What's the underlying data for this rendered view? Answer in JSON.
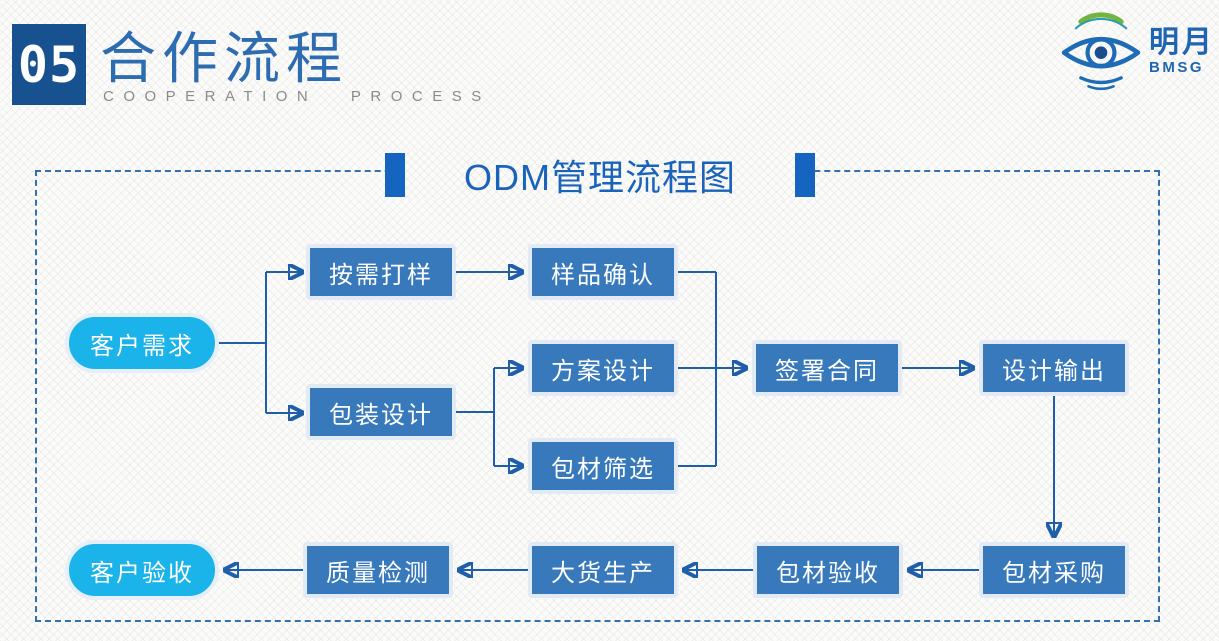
{
  "header": {
    "number": "05",
    "title": "合作流程",
    "subtitle": "COOPERATION PROCESS"
  },
  "logo": {
    "name": "明月",
    "abbr": "BMSG"
  },
  "diagram": {
    "title": "ODM管理流程图",
    "nodes": {
      "customer_demand": "客户需求",
      "sample_on_demand": "按需打样",
      "sample_confirm": "样品确认",
      "package_design": "包装设计",
      "scheme_design": "方案设计",
      "material_screening": "包材筛选",
      "sign_contract": "签署合同",
      "design_output": "设计输出",
      "material_purchase": "包材采购",
      "material_acceptance": "包材验收",
      "mass_production": "大货生产",
      "quality_inspection": "质量检测",
      "customer_acceptance": "客户验收"
    },
    "edges": [
      {
        "from": "客户需求",
        "to": "按需打样"
      },
      {
        "from": "客户需求",
        "to": "包装设计"
      },
      {
        "from": "按需打样",
        "to": "样品确认"
      },
      {
        "from": "包装设计",
        "to": "方案设计"
      },
      {
        "from": "包装设计",
        "to": "包材筛选"
      },
      {
        "from": "样品确认",
        "to": "签署合同"
      },
      {
        "from": "方案设计",
        "to": "签署合同"
      },
      {
        "from": "包材筛选",
        "to": "签署合同"
      },
      {
        "from": "签署合同",
        "to": "设计输出"
      },
      {
        "from": "设计输出",
        "to": "包材采购"
      },
      {
        "from": "包材采购",
        "to": "包材验收"
      },
      {
        "from": "包材验收",
        "to": "大货生产"
      },
      {
        "from": "大货生产",
        "to": "质量检测"
      },
      {
        "from": "质量检测",
        "to": "客户验收"
      }
    ]
  },
  "colors": {
    "box_fill": "#3879bc",
    "pill_fill": "#1ab3ea",
    "line": "#1f5fa9",
    "badge_bg": "#17518f",
    "title_blue": "#1a63bb",
    "header_blue": "#2e6cb2",
    "subtitle_gray": "#8b8b8b",
    "logo_blue": "#1f65b2",
    "logo_green": "#72b43c"
  }
}
